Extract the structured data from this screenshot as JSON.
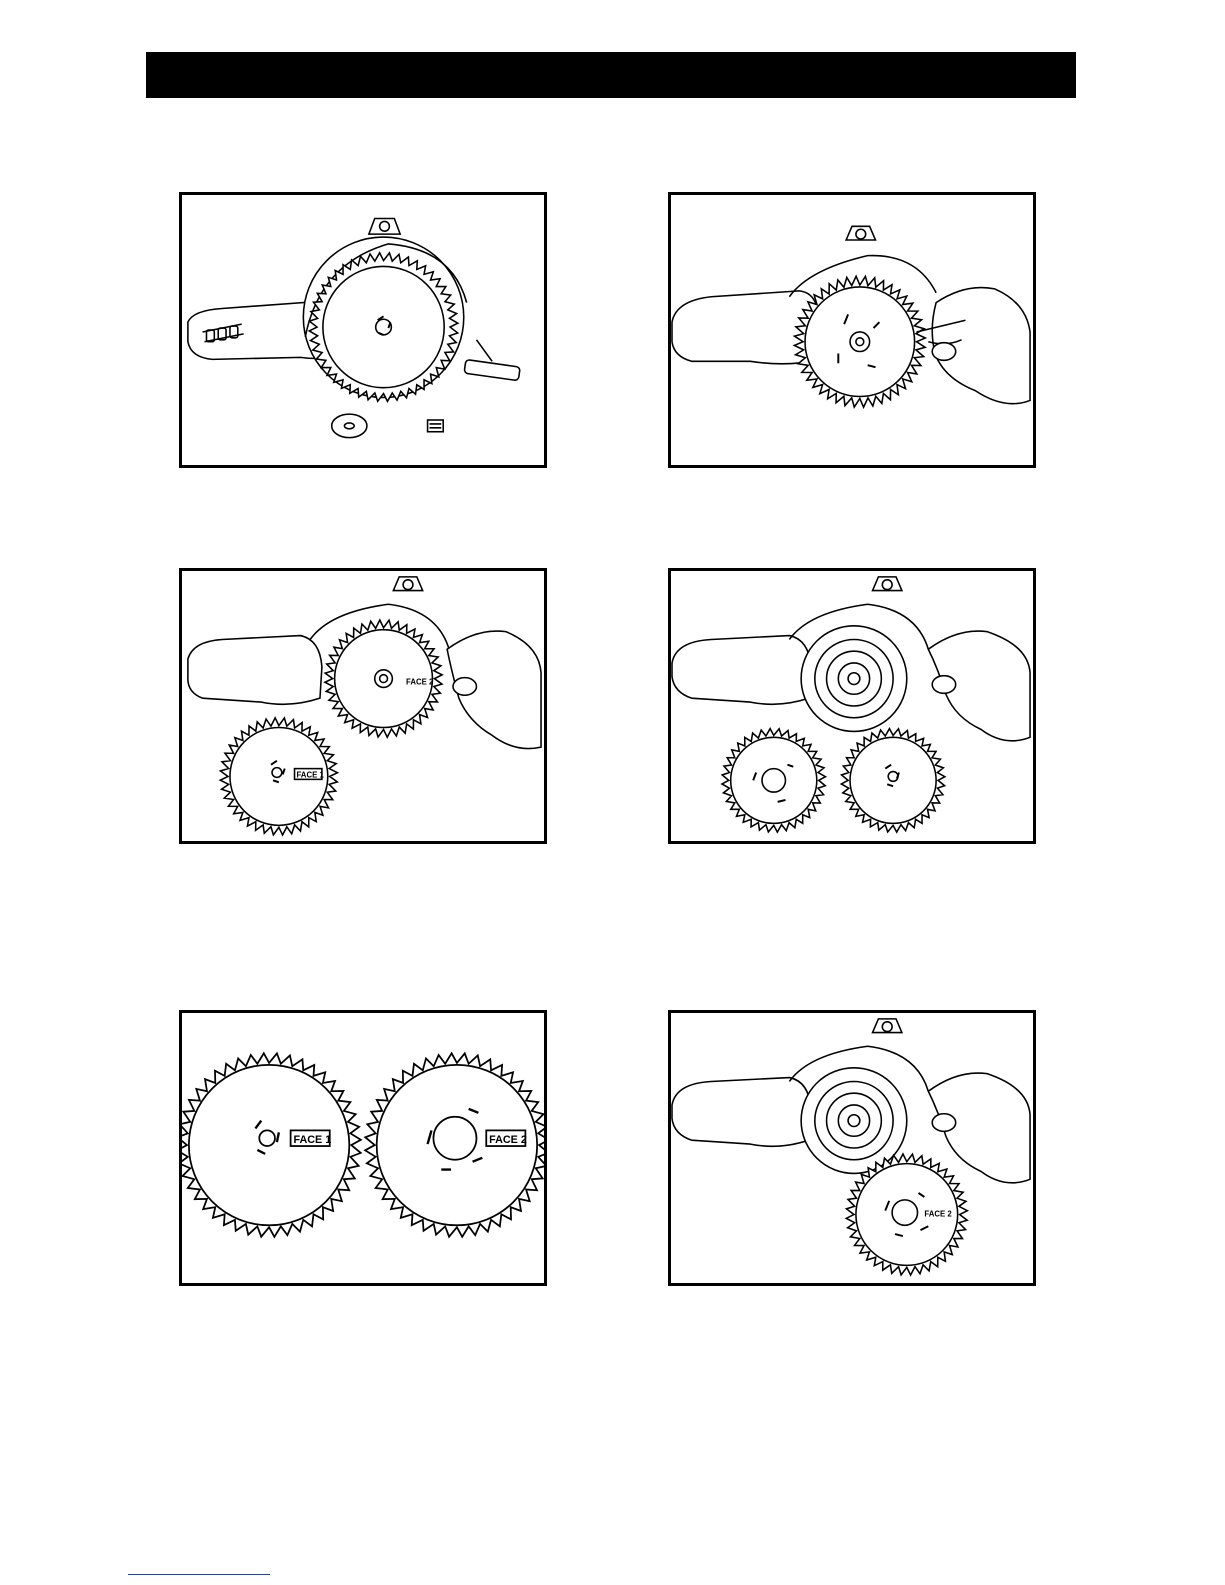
{
  "figures": [
    {
      "id": "fig1",
      "labels": []
    },
    {
      "id": "fig2",
      "labels": []
    },
    {
      "id": "fig3",
      "labels": [
        "FACE 1",
        "FACE 2"
      ]
    },
    {
      "id": "fig4",
      "labels": []
    },
    {
      "id": "fig5",
      "labels": [
        "FACE 1",
        "FACE 2"
      ]
    },
    {
      "id": "fig6",
      "labels": [
        "FACE 2"
      ]
    }
  ],
  "text": {
    "fig3_face1": "FACE 1",
    "fig3_face2": "FACE 2",
    "fig5_face1": "FACE 1",
    "fig5_face2": "FACE 2",
    "fig6_face2": "FACE 2"
  },
  "colors": {
    "ink": "#000000",
    "paper": "#ffffff",
    "link": "#1a3fd6"
  }
}
